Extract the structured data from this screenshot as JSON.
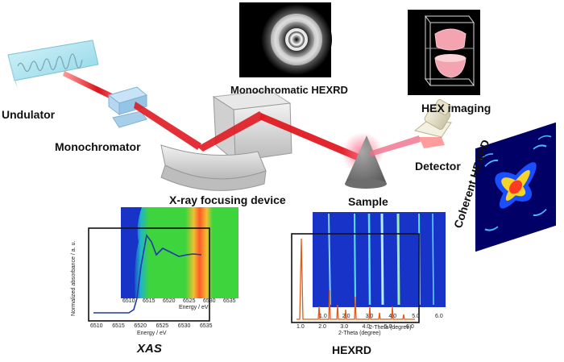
{
  "labels": {
    "undulator": "Undulator",
    "monochromator": "Monochromator",
    "focusing": "X-ray focusing device",
    "sample": "Sample",
    "detector": "Detector",
    "mono_hexrd": "Monochromatic HEXRD",
    "hex_imaging": "HEX imaging",
    "coherent_hexrd": "Coherent HEXRD",
    "xas": "XAS",
    "hexrd": "HEXRD"
  },
  "xas_plot": {
    "ylabel": "Normalized absorbance / a. u.",
    "xlabel": "Energy / eV",
    "ticks": [
      "6510",
      "6515",
      "6520",
      "6525",
      "6530",
      "6535"
    ]
  },
  "xas_map": {
    "xlabel": "Energy / eV",
    "ticks": [
      "6510",
      "6515",
      "6520",
      "6525",
      "6530",
      "6535"
    ]
  },
  "hexrd_plot": {
    "xlabel": "2-Theta (degree)",
    "ticks": [
      "1.0",
      "2.0",
      "3.0",
      "4.0",
      "5.0",
      "6.0"
    ]
  },
  "hexrd_map": {
    "xlabel": "2-Theta (degree)",
    "ticks": [
      "1.0",
      "2.0",
      "3.0",
      "4.0",
      "5.0",
      "6.0"
    ]
  },
  "colors": {
    "beam": "#d9141b",
    "xas_curve": "#1f3aa8",
    "hexrd_curve": "#e05a1a",
    "map_blue": "#1733c8",
    "map_green": "#3dd43d"
  }
}
